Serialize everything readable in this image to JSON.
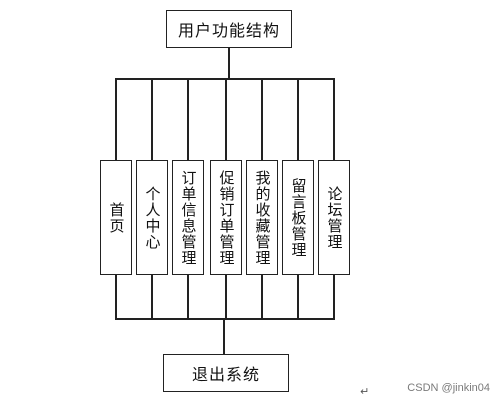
{
  "diagram": {
    "root": {
      "label": "用户功能结构"
    },
    "modules": [
      {
        "key": "home",
        "label": "首页"
      },
      {
        "key": "personal-center",
        "label": "个人中心"
      },
      {
        "key": "order-info-management",
        "label": "订单信息管理"
      },
      {
        "key": "promo-order-management",
        "label": "促销订单管理"
      },
      {
        "key": "my-favorites-management",
        "label": "我的收藏管理"
      },
      {
        "key": "message-board-management",
        "label": "留言板管理"
      },
      {
        "key": "forum-management",
        "label": "论坛管理"
      }
    ],
    "exit": {
      "label": "退出系统"
    }
  },
  "footer": {
    "watermark": "CSDN @jinkin04",
    "return_mark": "↵"
  }
}
